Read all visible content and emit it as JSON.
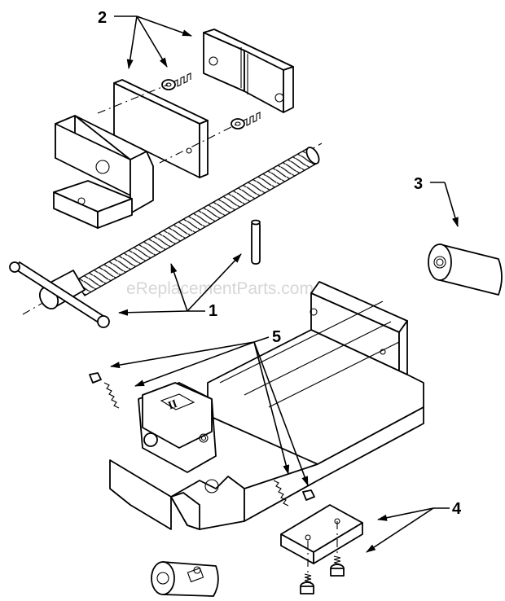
{
  "watermark": "eReplacementParts.com",
  "callouts": {
    "c1": "1",
    "c2": "2",
    "c3": "3",
    "c4": "4",
    "c5": "5"
  }
}
